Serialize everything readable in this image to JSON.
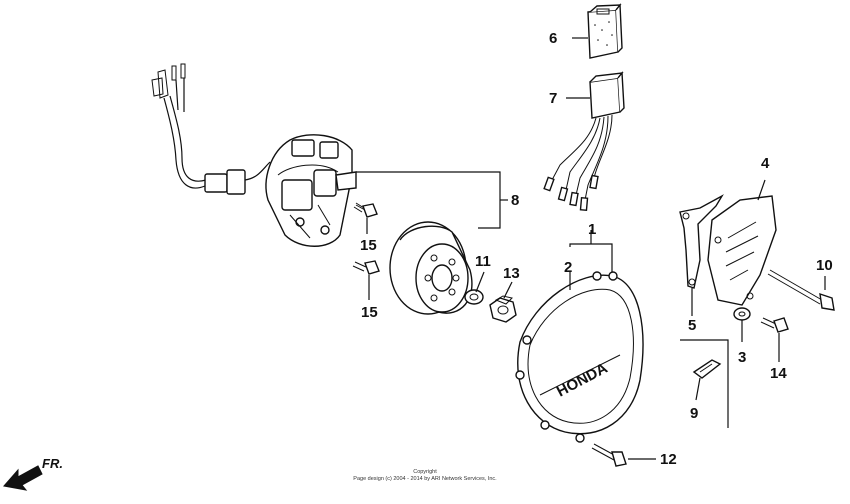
{
  "diagram": {
    "part_labels": {
      "p1": "1",
      "p2": "2",
      "p3": "3",
      "p4": "4",
      "p5": "5",
      "p6": "6",
      "p7": "7",
      "p8": "8",
      "p9": "9",
      "p10": "10",
      "p11": "11",
      "p12": "12",
      "p13": "13",
      "p14": "14",
      "p15a": "15",
      "p15b": "15"
    },
    "cover_brand": "HONDA",
    "direction_label": "FR.",
    "copyright_line1": "Copyright",
    "copyright_line2": "Page design (c) 2004 - 2014 by ARI Network Services, Inc."
  }
}
